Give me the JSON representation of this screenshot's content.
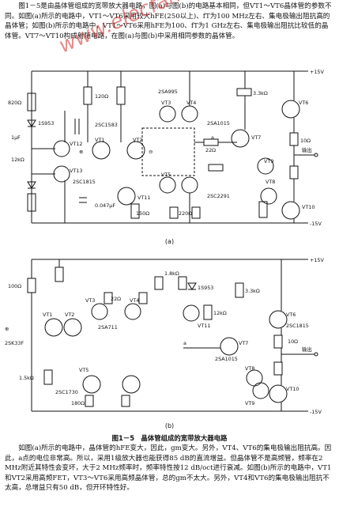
{
  "intro_text": "图1－5是由晶体管组成的宽带放大器电路，图(a)与图(b)的电路基本相同，但VT1～VT6晶体管的参数不同。如图(a)所示的电路中，VT1～VT6采用较大hFE(250以上)、fT为100 MHz左右、集电极输出阻抗高的晶体管；如图(b)所示的电路中，VT1～VT6采用hFE为100、fT为1 GHz左右、集电极输出阻抗比较低的晶体管。VT7～VT10构成射随电路，在图(a)与图(b)中采用相同参数的晶体管。",
  "watermark": "www.elecfans.com",
  "fig_a": {
    "caption": "(a)",
    "supply_pos": "+15V",
    "supply_neg": "-15V",
    "output": "输出",
    "transistors": [
      "VT1",
      "VT2",
      "VT3",
      "VT4",
      "VT5",
      "VT6",
      "VT7",
      "VT8",
      "VT9",
      "VT10",
      "VT11",
      "VT12",
      "VT13"
    ],
    "part_numbers": [
      "2SA995",
      "2SC1583",
      "2SC1815",
      "2SA1015",
      "2SC2291",
      "1S953"
    ],
    "components": [
      "820Ω",
      "120Ω",
      "0.047μF",
      "1μF",
      "12kΩ",
      "22Ω",
      "3.3kΩ",
      "10Ω",
      "150Ω",
      "220Ω"
    ],
    "node": "a",
    "plus": "⊕",
    "minus": "⊖"
  },
  "fig_b": {
    "caption": "(b)",
    "supply_pos": "+15V",
    "supply_neg": "-15V",
    "output": "输出",
    "transistors": [
      "VT1",
      "VT2",
      "VT3",
      "VT4",
      "VT5",
      "VT6",
      "VT7",
      "VT8",
      "VT9",
      "VT10",
      "VT11"
    ],
    "part_numbers": [
      "2SK33F",
      "2SA711",
      "2SC1730",
      "2SA1015",
      "2SC1815",
      "1S953"
    ],
    "components": [
      "100Ω",
      "1.8kΩ",
      "3.3kΩ",
      "22Ω",
      "1.5kΩ",
      "180Ω",
      "12kΩ",
      "10Ω"
    ],
    "node": "a",
    "plus": "⊕"
  },
  "figure_title": "图1－5　晶体管组成的宽带放大器电路",
  "outro_text": "如图(a)所示的电路中，晶体管的hFE变大，因此，gm变大。另外，VT4、VT6的集电极输出阻抗高。因此，a点的电位非常高。所以，采用1级放大器也能获得85 dB的直流增益。但晶体管不是高频管，频率在2 MHz附近其特性会变坏，大于2 MHz频率时，频率特性按12 dB/oct进行衰减。如图(b)所示的电路中，VT1和VT2采用高频FET，VT3～VT6采用高频晶体管，总的gm不太大。另外，VT4和VT6的集电极输出阻抗不太高，总增益只有50 dB，但开环特性好。"
}
